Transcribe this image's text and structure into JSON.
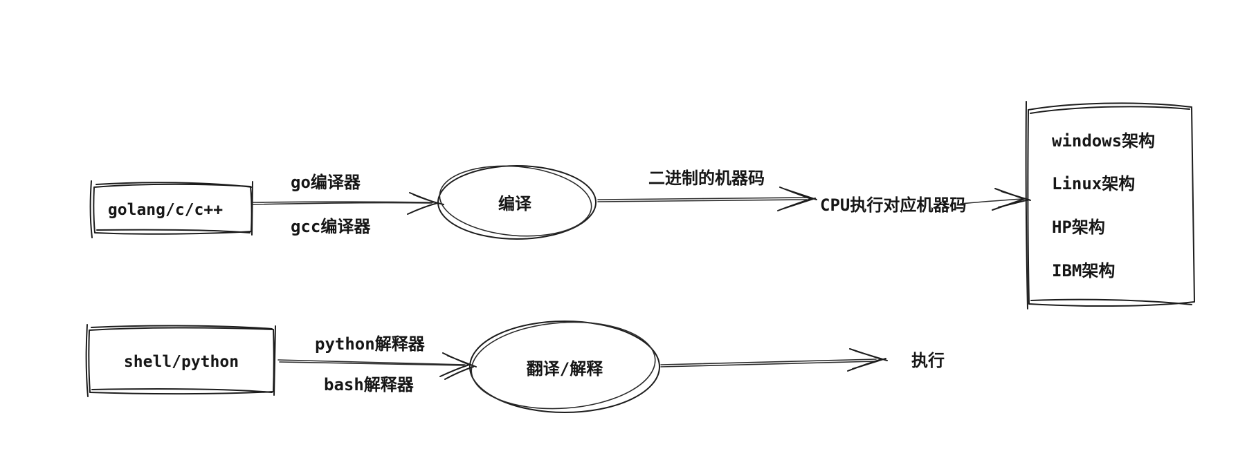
{
  "canvas": {
    "background": "#ffffff",
    "ink_color": "#1c1c1c"
  },
  "compiled_flow": {
    "source_box_label": "golang/c/c++",
    "compiler_label_top": "go编译器",
    "compiler_label_bottom": "gcc编译器",
    "process_label": "编译",
    "output_arrow_label": "二进制的机器码",
    "cpu_label": "CPU执行对应机器码",
    "arch_box_items": [
      "windows架构",
      "Linux架构",
      "HP架构",
      "IBM架构"
    ]
  },
  "interpreted_flow": {
    "source_box_label": "shell/python",
    "interpreter_label_top": "python解释器",
    "interpreter_label_bottom": "bash解释器",
    "process_label": "翻译/解释",
    "result_label": "执行"
  }
}
